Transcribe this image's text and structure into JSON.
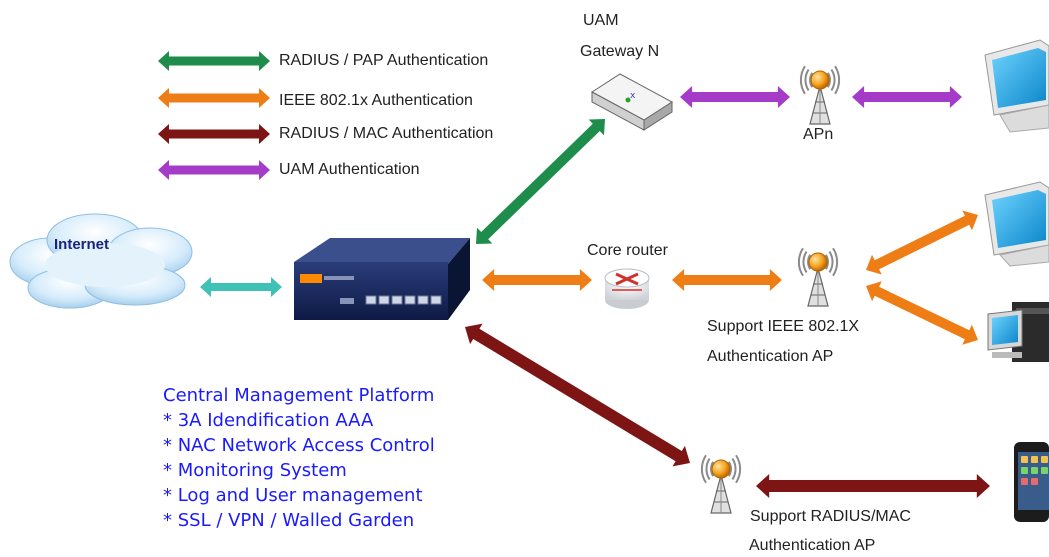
{
  "legend": [
    {
      "label": "RADIUS / PAP Authentication",
      "color": "#1e8c4a"
    },
    {
      "label": "IEEE 802.1x Authentication",
      "color": "#ee7d16"
    },
    {
      "label": "RADIUS / MAC Authentication",
      "color": "#7d1515"
    },
    {
      "label": "UAM Authentication",
      "color": "#a43cc8"
    }
  ],
  "labels": {
    "internet": "Internet",
    "uam_line1": "UAM",
    "uam_line2": "Gateway N",
    "apn": "APn",
    "core_router": "Core router",
    "ieee_ap_line1": "Support IEEE 802.1X",
    "ieee_ap_line2": "Authentication AP",
    "radius_ap_line1": "Support RADIUS/MAC",
    "radius_ap_line2": "Authentication AP"
  },
  "platform": {
    "title": "Central Management Platform",
    "items": [
      "* 3A Idendification AAA",
      "* NAC Network Access Control",
      "* Monitoring System",
      "* Log and User management",
      "* SSL / VPN / Walled Garden"
    ]
  },
  "colors": {
    "green": "#1e8c4a",
    "orange": "#ee7d16",
    "maroon": "#7d1515",
    "purple": "#a43cc8",
    "teal": "#3fc1b5",
    "platform_text": "#1a1aff"
  }
}
